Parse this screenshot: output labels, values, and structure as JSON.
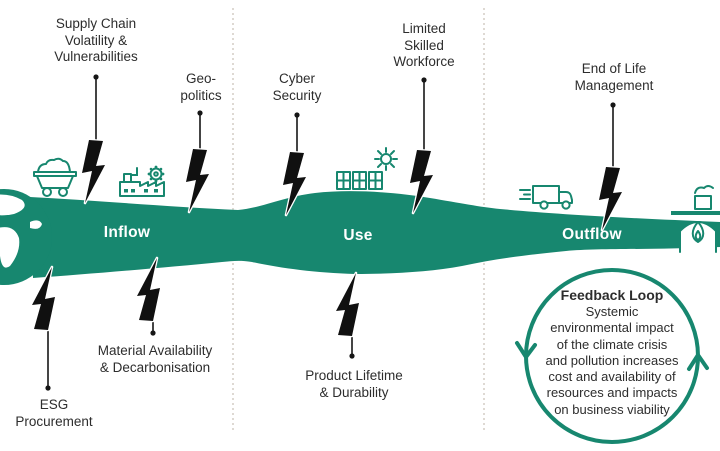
{
  "stages": [
    {
      "label": "Inflow"
    },
    {
      "label": "Use"
    },
    {
      "label": "Outflow"
    }
  ],
  "risks": [
    {
      "label": "Supply Chain\nVolatility &\nVulnerabilities",
      "position": "top",
      "stage": "inflow"
    },
    {
      "label": "Geo-\npolitics",
      "position": "top",
      "stage": "inflow"
    },
    {
      "label": "Cyber\nSecurity",
      "position": "top",
      "stage": "use"
    },
    {
      "label": "Limited\nSkilled\nWorkforce",
      "position": "top",
      "stage": "use"
    },
    {
      "label": "End of Life\nManagement",
      "position": "top",
      "stage": "outflow"
    },
    {
      "label": "ESG\nProcurement",
      "position": "bottom",
      "stage": "inflow"
    },
    {
      "label": "Material Availability\n& Decarbonisation",
      "position": "bottom",
      "stage": "inflow"
    },
    {
      "label": "Product Lifetime\n& Durability",
      "position": "bottom",
      "stage": "use"
    }
  ],
  "feedback_loop": {
    "title": "Feedback Loop",
    "description": "Systemic\nenvironmental impact\nof the climate crisis\nand pollution increases\ncost and availability of\nresources and impacts\non business viability"
  },
  "colors": {
    "brand_teal": "#17876F",
    "text_dark": "#2D2D2D",
    "bolt_black": "#101010",
    "dashed_line": "#CFC9C0",
    "background": "#FFFFFF",
    "stage_label": "#FFFFFF"
  },
  "icons": {
    "globe": "earth-globe",
    "mine_cart": "ore-cart",
    "factory": "factory-with-gear",
    "solar": "solar-panels-with-sun",
    "truck": "delivery-truck",
    "incineration": "flame-with-chimney",
    "risk_marker": "lightning-bolt",
    "feedback": "circular-arrows"
  }
}
